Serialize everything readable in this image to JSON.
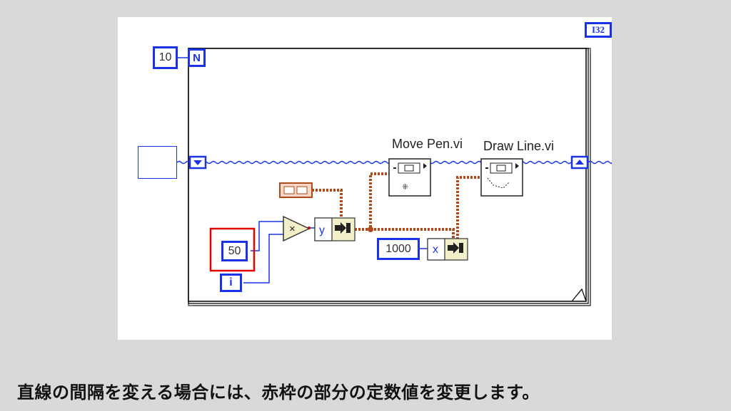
{
  "loop": {
    "count_constant": "10",
    "count_terminal": "N",
    "iteration_terminal": "i"
  },
  "constants": {
    "spacing": "50",
    "scale": "1000"
  },
  "subvis": {
    "move_pen": "Move Pen.vi",
    "draw_line": "Draw Line.vi"
  },
  "bundle_labels": {
    "multiply": "×",
    "y": "y",
    "x": "x"
  },
  "type_badge": "I32",
  "caption": "直線の間隔を変える場合には、赤枠の部分の定数値を変更します。",
  "colors": {
    "wire_blue": "#1a33e6",
    "wire_brown": "#b04a1a",
    "highlight": "#e60000",
    "background": "#d9d9d9"
  }
}
